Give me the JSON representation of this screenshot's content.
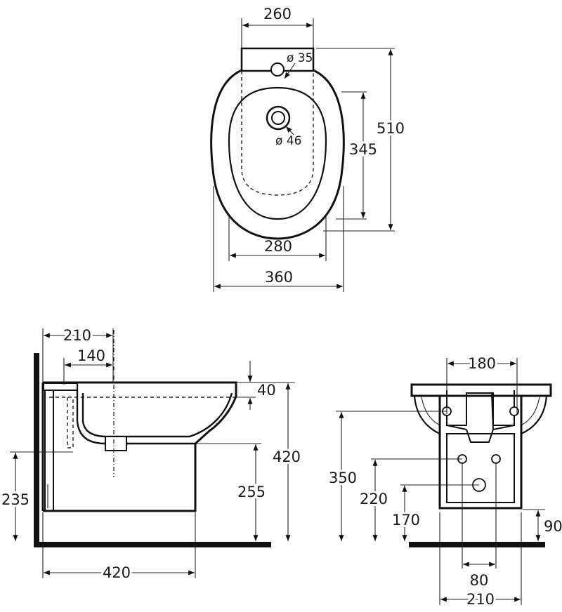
{
  "top_view": {
    "dim_width_top": "260",
    "dim_hole_small": "ø 35",
    "dim_hole_large": "ø 46",
    "dim_total_length": "510",
    "dim_bowl_length": "345",
    "dim_bowl_width": "280",
    "dim_total_width": "360"
  },
  "side_view": {
    "dim_wall_to_hole": "210",
    "dim_wall_to_tap": "140",
    "dim_rim_thickness": "40",
    "dim_total_height": "420",
    "dim_base_height": "255",
    "dim_inlet_height": "235",
    "dim_depth": "420"
  },
  "front_view": {
    "dim_fixing_spacing_top": "180",
    "dim_fixing_height_top": "350",
    "dim_fixing_height_mid": "220",
    "dim_outlet_height": "170",
    "dim_base_offset": "90",
    "dim_fixing_spacing_bottom": "80",
    "dim_base_width": "210"
  }
}
